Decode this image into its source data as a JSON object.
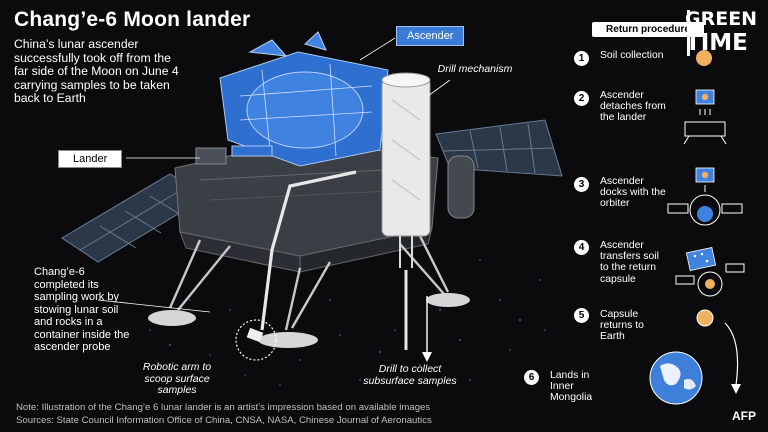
{
  "title": "Chang’e-6 Moon lander",
  "intro": "China’s lunar ascender successfully took off from the far side of the Moon on June 4 carrying samples to be taken back to Earth",
  "labels": {
    "ascender": "Ascender",
    "lander": "Lander",
    "drill_mechanism": "Drill mechanism",
    "robotic_arm": "Robotic arm to scoop surface samples",
    "drill_collect": "Drill to collect subsurface samples"
  },
  "side_note": "Chang’e-6 completed its sampling work by stowing lunar soil and rocks in a container inside the ascender probe",
  "return_procedure": {
    "heading": "Return procedure",
    "steps": [
      {
        "num": "1",
        "text": "Soil collection"
      },
      {
        "num": "2",
        "text": "Ascender detaches from the lander"
      },
      {
        "num": "3",
        "text": "Ascender docks with the orbiter"
      },
      {
        "num": "4",
        "text": "Ascender transfers soil to the return capsule"
      },
      {
        "num": "5",
        "text": "Capsule returns to Earth"
      },
      {
        "num": "6",
        "text": "Lands in Inner Mongolia"
      }
    ]
  },
  "footer": {
    "note": "Note: Illustration of the Chang’e 6 lunar lander is an artist’s impression based on available images",
    "sources": "Sources: State Council Information Office of China, CNSA, NASA, Chinese Journal of Aeronautics"
  },
  "watermark": {
    "line1": "GREEN",
    "line2": "TIME"
  },
  "credit": "AFP",
  "colors": {
    "background": "#0b0b0d",
    "ascender_blue": "#3a7bd5",
    "capsule_orange": "#f0b060",
    "earth_blue": "#3d7fd9"
  }
}
